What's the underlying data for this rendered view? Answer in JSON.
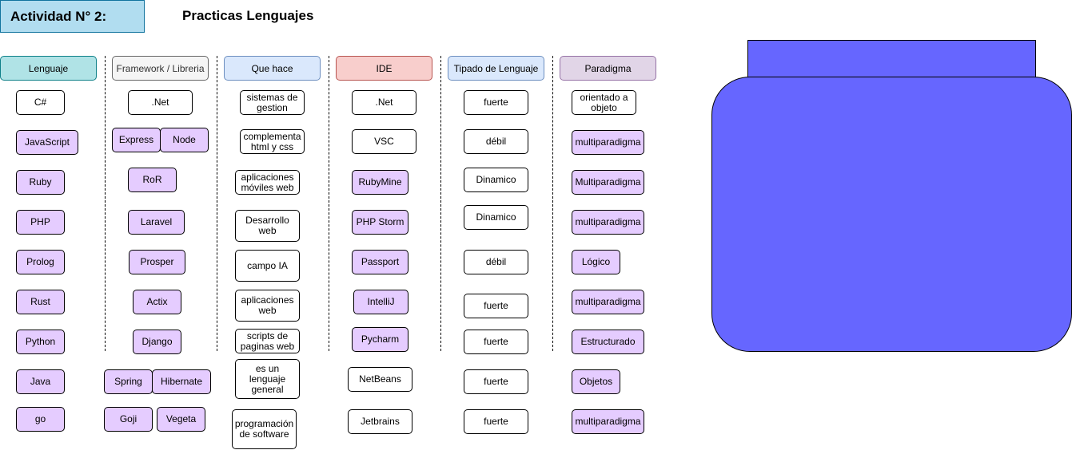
{
  "title": "Actividad N° 2:",
  "subtitle": "Practicas Lenguajes",
  "colors": {
    "title_fill": "#b1ddf0",
    "purple_cell": "#e5ccff",
    "folder_fill": "#6666ff"
  },
  "headers": {
    "lenguaje": "Lenguaje",
    "framework": "Framework / Libreria",
    "que_hace": "Que hace",
    "ide": "IDE",
    "tipado": "Tipado de Lenguaje",
    "paradigma": "Paradigma"
  },
  "lenguajes": [
    "C#",
    "JavaScript",
    "Ruby",
    "PHP",
    "Prolog",
    "Rust",
    "Python",
    "Java",
    "go"
  ],
  "frameworks": [
    ".Net",
    "Express",
    "Node",
    "RoR",
    "Laravel",
    "Prosper",
    "Actix",
    "Django",
    "Spring",
    "Hibernate",
    "Goji",
    "Vegeta"
  ],
  "que_hace": [
    [
      "sistemas de",
      "gestion"
    ],
    [
      "complementa",
      "html y css"
    ],
    [
      "aplicaciones",
      "móviles web"
    ],
    [
      "Desarrollo",
      "web"
    ],
    [
      "campo IA"
    ],
    [
      "aplicaciones",
      "web"
    ],
    [
      "scripts de",
      "paginas web"
    ],
    [
      "es un",
      "lenguaje",
      "general"
    ],
    [
      "programación",
      "de software"
    ]
  ],
  "ides": [
    ".Net",
    "VSC",
    "RubyMine",
    "PHP Storm",
    "Passport",
    "IntelliJ",
    "Pycharm",
    "NetBeans",
    "Jetbrains"
  ],
  "tipado": [
    "fuerte",
    "débil",
    "Dinamico",
    "Dinamico",
    "débil",
    "fuerte",
    "fuerte",
    "fuerte",
    "fuerte"
  ],
  "paradigma": [
    [
      "orientado a",
      "objeto"
    ],
    [
      "multiparadigma"
    ],
    [
      "Multiparadigma"
    ],
    [
      "multiparadigma"
    ],
    [
      "Lógico"
    ],
    [
      "multiparadigma"
    ],
    [
      "Estructurado"
    ],
    [
      "Objetos"
    ],
    [
      "multiparadigma"
    ]
  ]
}
